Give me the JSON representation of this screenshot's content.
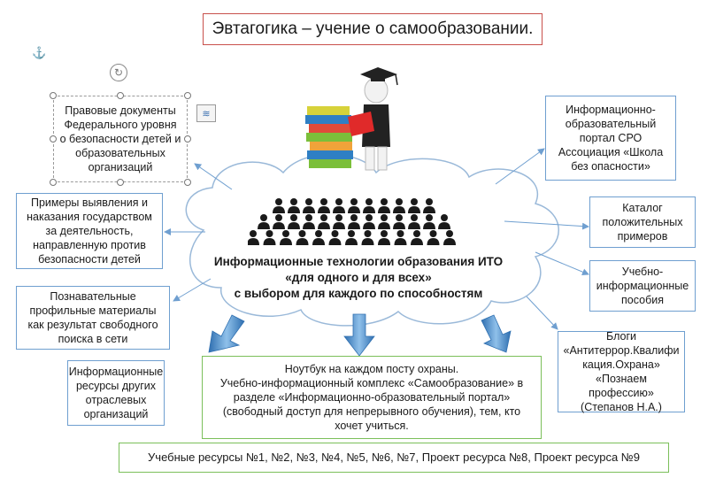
{
  "title": "Эвтагогика – учение о самообразовании.",
  "center_text": "Информационные технологии образования ИТО\n«для одного и для всех»\nс выбором для каждого по способностям",
  "left_boxes": {
    "legal_docs": "Правовые документы\nФедерального уровня\nо безопасности детей и\nобразовательных\nорганизаций",
    "punishment_examples": "Примеры выявления и\nнаказания государством\nза деятельность,\nнаправленную против\nбезопасности детей",
    "cognitive_materials": "Познавательные\nпрофильные материалы\nкак результат свободного\nпоиска в сети",
    "other_resources": "Информационные\nресурсы других\nотраслевых\nорганизаций"
  },
  "right_boxes": {
    "portal": "Информационно-\nобразовательный\nпортал СРО\nАссоциация «Школа\nбез опасности»",
    "catalog": "Каталог\nположительных\nпримеров",
    "manuals": "Учебно-\nинформационные\nпособия",
    "blogs": "Блоги\n«Антитеррор.Квалифи\nкация.Охрана»\n«Познаем профессию»\n(Степанов Н.А.)"
  },
  "notebook_box": "Ноутбук на каждом посту охраны.\nУчебно-информационный комплекс «Самообразование» в\nразделе «Информационно-образовательный портал»\n(свободный доступ для непрерывного обучения), тем, кто\nхочет учиться.",
  "resources_box": "Учебные ресурсы №1, №2, №3, №4, №5, №6, №7, Проект ресурса №8, Проект ресурса №9",
  "colors": {
    "title_border": "#c8504b",
    "box_border_blue": "#6f9fd0",
    "box_border_green": "#7bbf5a",
    "arrow_fill": "#4a86c5",
    "cloud_stroke": "#9ab9d9"
  },
  "icons": [
    "anchor-icon",
    "rotate-handle-icon",
    "layout-options-icon",
    "graduate-with-books-image",
    "people-crowd-icon"
  ]
}
